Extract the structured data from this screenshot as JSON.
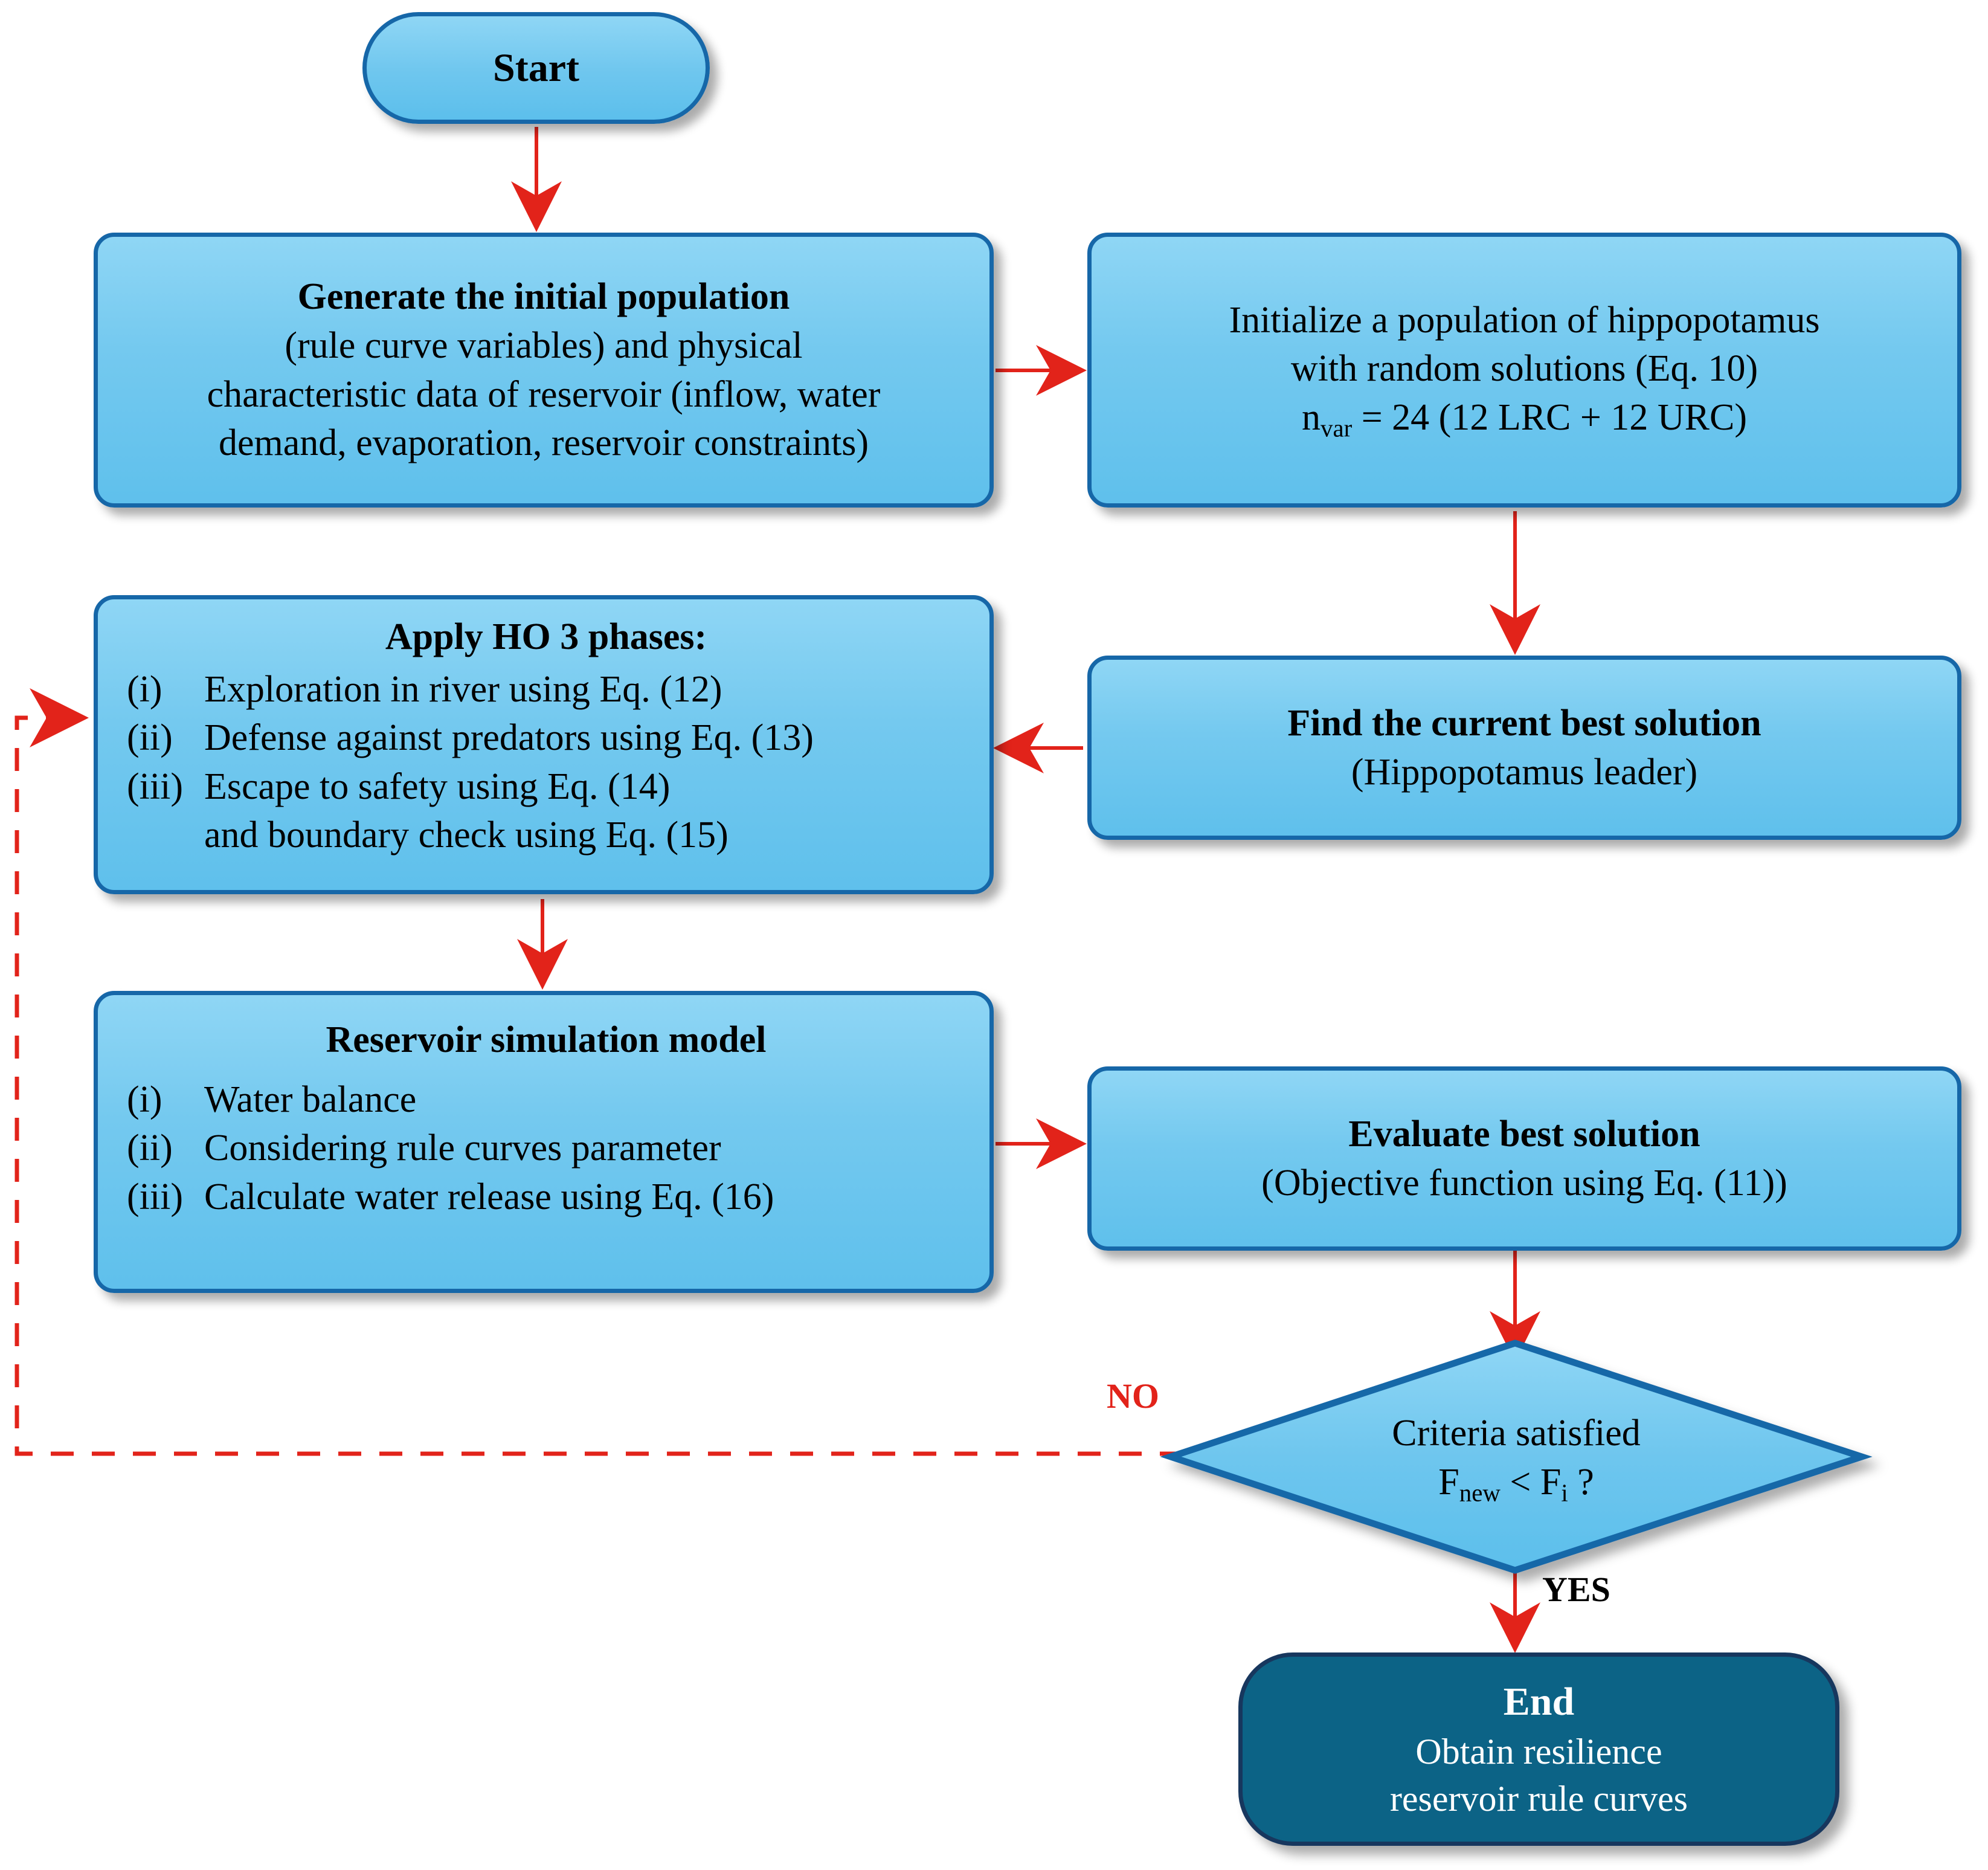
{
  "diagram": {
    "title": "Hippopotamus Optimization reservoir rule curve flowchart",
    "type": "flowchart"
  },
  "colors": {
    "node_fill": "#74c9ef",
    "node_border": "#1667a8",
    "end_fill": "#0c6386",
    "end_border": "#17375e",
    "arrow": "#e2231a",
    "text": "#000000",
    "end_text": "#ffffff"
  },
  "nodes": {
    "start": {
      "label": "Start"
    },
    "generate": {
      "title": "Generate the initial population",
      "line2": "(rule curve variables) and physical",
      "line3": "characteristic data of reservoir (inflow, water",
      "line4": "demand, evaporation, reservoir constraints)"
    },
    "initialize": {
      "line1": "Initialize a population of hippopotamus",
      "line2": "with random solutions (Eq. 10)",
      "line3_prefix": "n",
      "line3_sub": "var",
      "line3_rest": " = 24 (12 LRC + 12 URC)"
    },
    "apply_ho": {
      "title": "Apply HO 3 phases:",
      "items": [
        {
          "marker": "(i)",
          "text": "Exploration in river using Eq. (12)"
        },
        {
          "marker": "(ii)",
          "text": "Defense against predators using Eq. (13)"
        },
        {
          "marker": "(iii)",
          "text": "Escape to safety using Eq. (14)"
        },
        {
          "marker": "",
          "text": "and boundary check using Eq. (15)"
        }
      ]
    },
    "find_best": {
      "title": "Find the current best solution",
      "sub": "(Hippopotamus leader)"
    },
    "reservoir_sim": {
      "title": "Reservoir simulation model",
      "items": [
        {
          "marker": "(i)",
          "text": "Water balance"
        },
        {
          "marker": "(ii)",
          "text": "Considering rule curves parameter"
        },
        {
          "marker": "(iii)",
          "text": "Calculate water release using Eq. (16)"
        }
      ]
    },
    "evaluate": {
      "title": "Evaluate best solution",
      "sub": "(Objective function using Eq. (11))"
    },
    "decision": {
      "line1": "Criteria satisfied",
      "f_new": "F",
      "f_new_sub": "new",
      "operator": " < ",
      "f_i": "F",
      "f_i_sub": "i",
      "question": " ?"
    },
    "end": {
      "title": "End",
      "line2": "Obtain resilience",
      "line3": "reservoir rule curves"
    }
  },
  "edges": {
    "no_label": "NO",
    "yes_label": "YES"
  }
}
